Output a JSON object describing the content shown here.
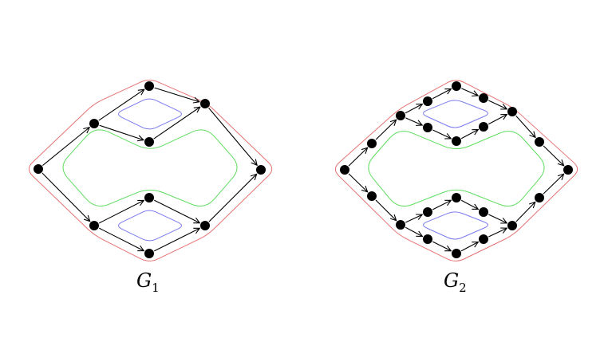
{
  "graphs": [
    {
      "id": "g1",
      "label": "G",
      "subscript": "1"
    },
    {
      "id": "g2",
      "label": "G",
      "subscript": "2"
    }
  ],
  "colors": {
    "outer_boundary": "#e57373",
    "middle_face": "#5fdc5f",
    "inner_face": "#7b7bef",
    "node": "#000000",
    "edge": "#000000"
  }
}
